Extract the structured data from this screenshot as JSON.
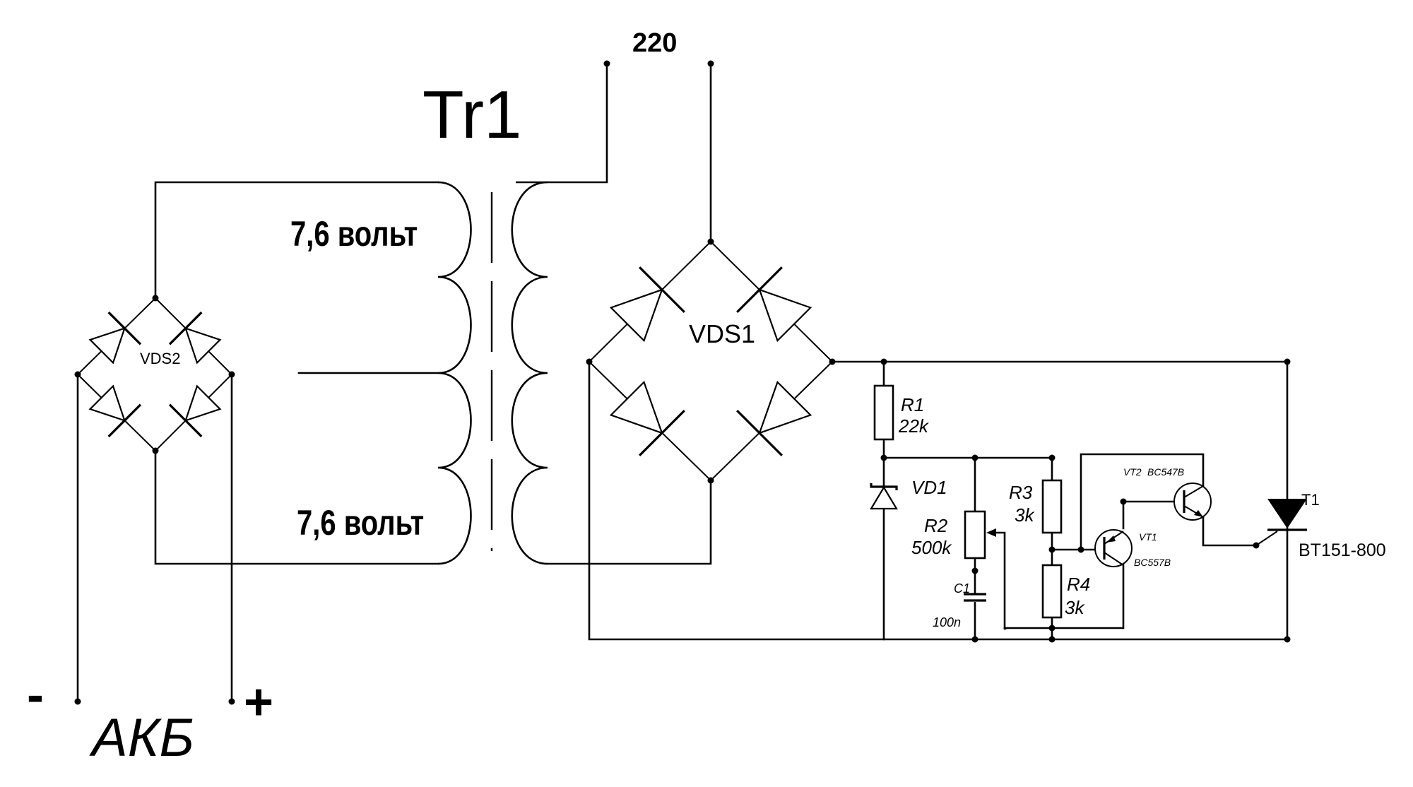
{
  "diagram": {
    "transformer_label": "Tr1",
    "mains_voltage": "220",
    "winding_top_label": "7,6 вольт",
    "winding_bottom_label": "7,6 вольт",
    "bridge_left_label": "VDS2",
    "bridge_right_label": "VDS1",
    "battery_label": "АКБ",
    "minus_sign": "-",
    "plus_sign": "+",
    "r1_name": "R1",
    "r1_value": "22k",
    "vd1_name": "VD1",
    "r2_name": "R2",
    "r2_value": "500k",
    "c1_name": "C1",
    "c1_value": "100n",
    "r3_name": "R3",
    "r3_value": "3k",
    "r4_name": "R4",
    "r4_value": "3k",
    "vt1_name": "VT1",
    "vt1_type": "BC557B",
    "vt2_name": "VT2",
    "vt2_type": "BC547B",
    "t1_name": "T1",
    "t1_type": "BT151-800"
  }
}
